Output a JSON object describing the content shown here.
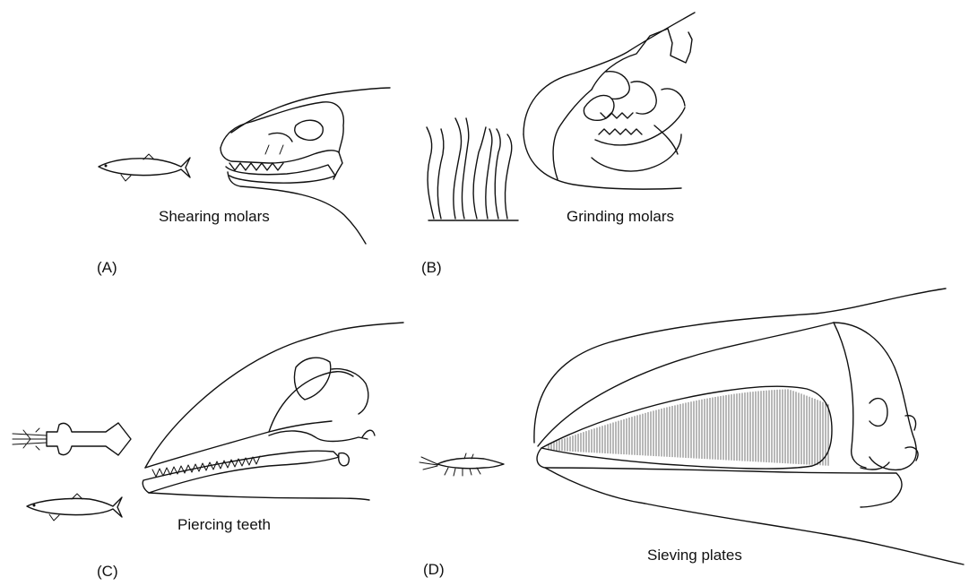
{
  "panels": [
    {
      "id": "A",
      "letter": "(A)",
      "caption": "Shearing molars"
    },
    {
      "id": "B",
      "letter": "(B)",
      "caption": "Grinding molars"
    },
    {
      "id": "C",
      "letter": "(C)",
      "caption": "Piercing teeth"
    },
    {
      "id": "D",
      "letter": "(D)",
      "caption": "Sieving plates"
    }
  ]
}
